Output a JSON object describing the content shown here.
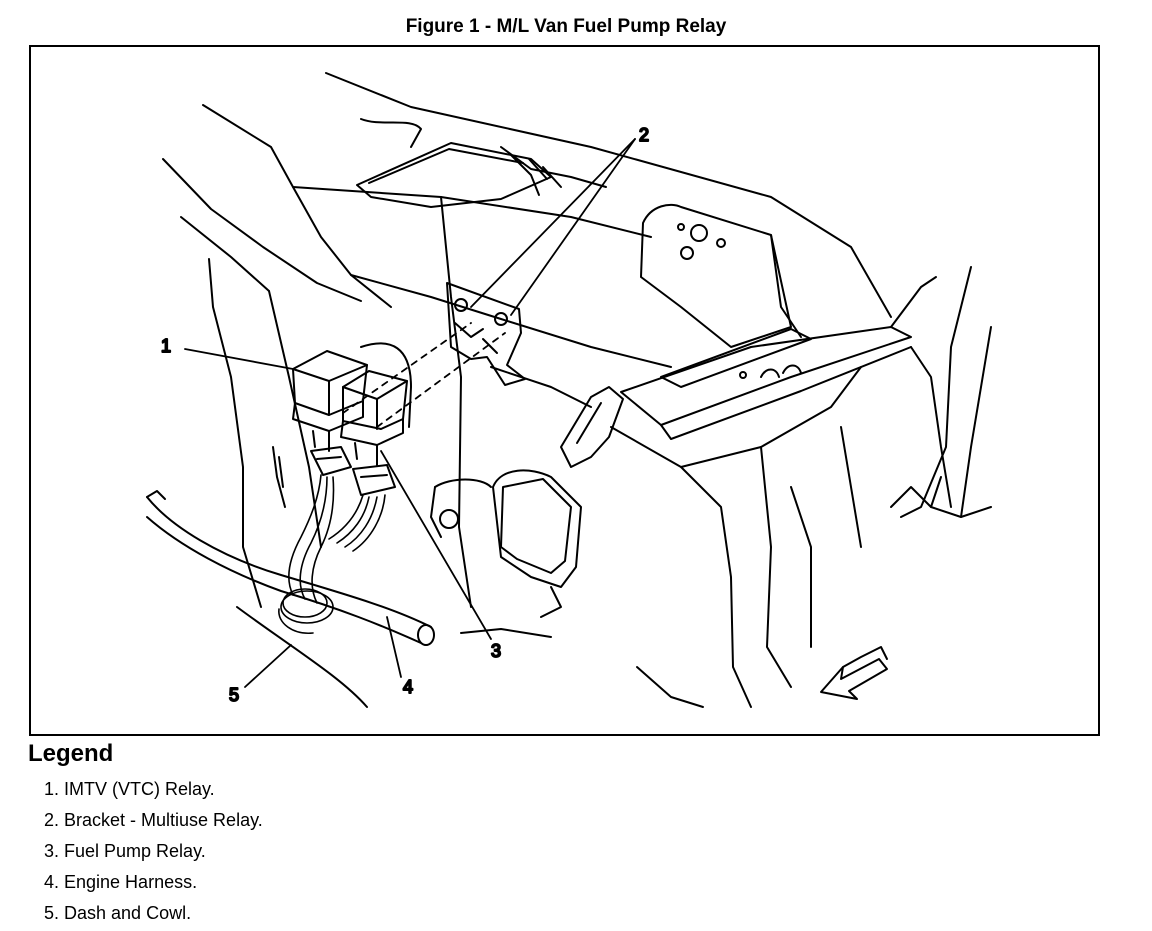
{
  "figure": {
    "title": "Figure 1 - M/L Van Fuel Pump Relay"
  },
  "callouts": [
    {
      "label": "1"
    },
    {
      "label": "2"
    },
    {
      "label": "3"
    },
    {
      "label": "4"
    },
    {
      "label": "5"
    }
  ],
  "legend": {
    "title": "Legend",
    "items": [
      {
        "text": "1. IMTV (VTC) Relay."
      },
      {
        "text": "2. Bracket - Multiuse Relay."
      },
      {
        "text": "3. Fuel Pump Relay."
      },
      {
        "text": "4. Engine Harness."
      },
      {
        "text": "5. Dash and Cowl."
      }
    ]
  }
}
